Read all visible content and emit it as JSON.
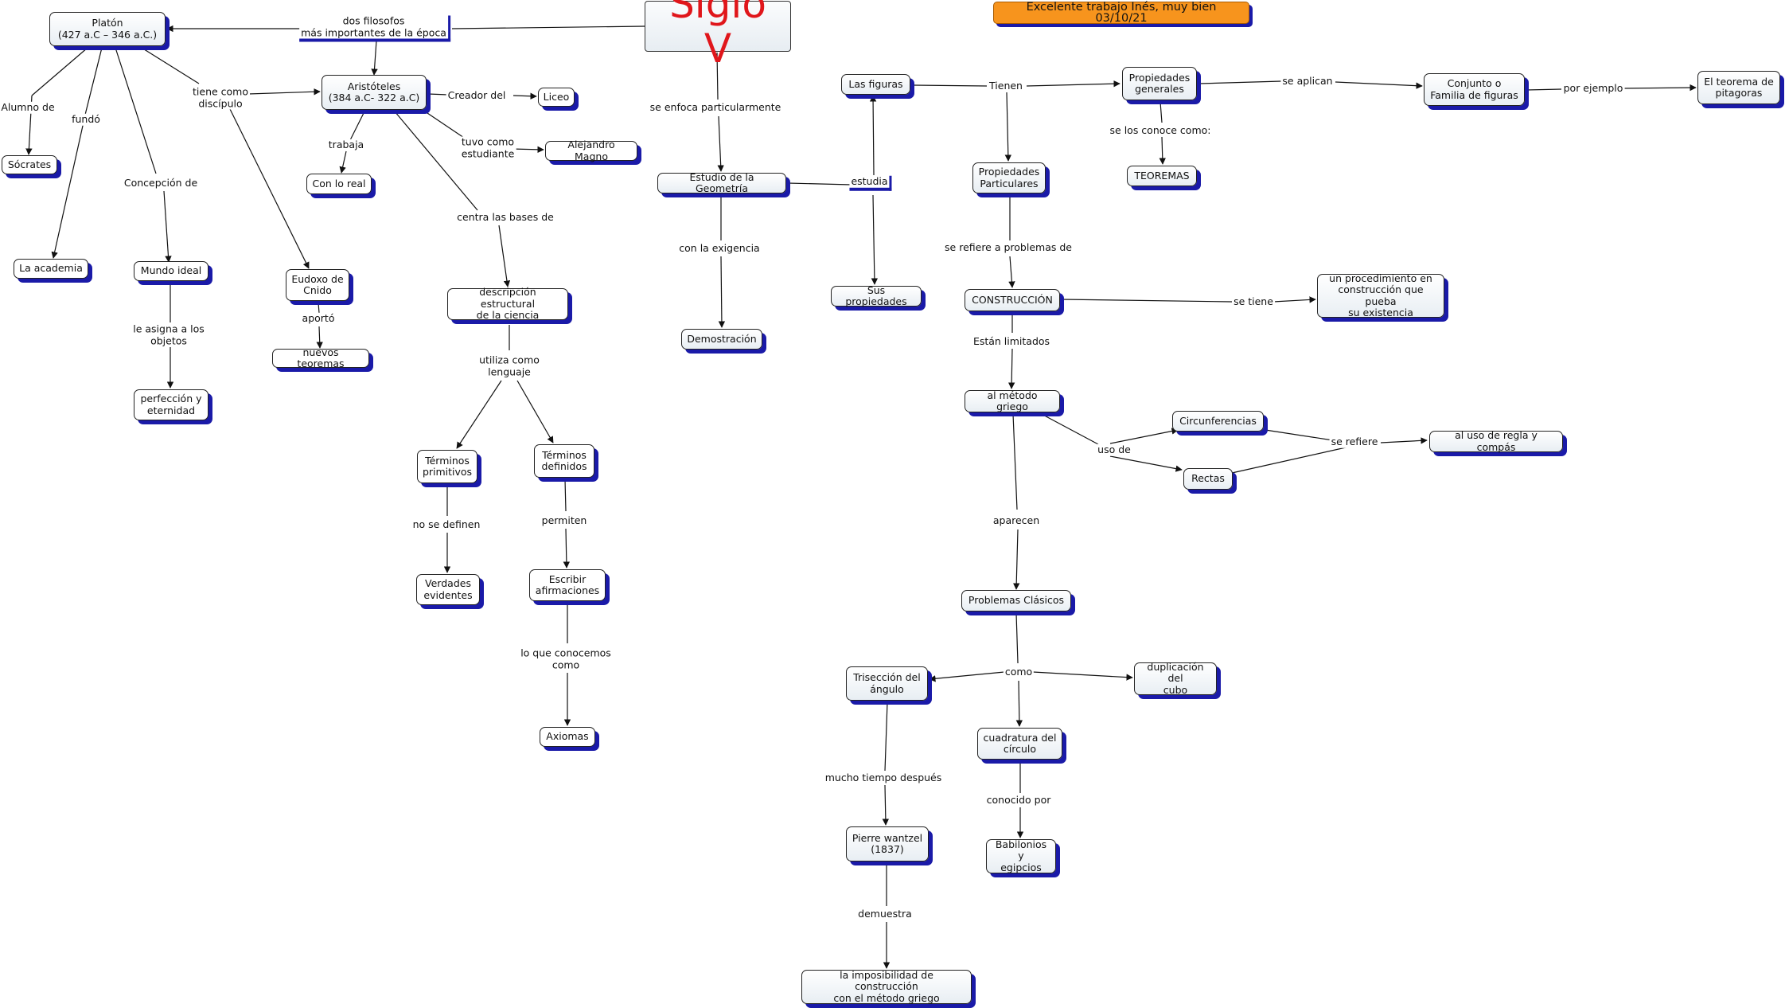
{
  "title": "Siglo V",
  "note": "Excelente trabajo Inés, muy bien 03/10/21",
  "nodes": {
    "platon": "Platón\n(427 a.C – 346 a.C.)",
    "socrates": "Sócrates",
    "academia": "La academia",
    "mundo_ideal": "Mundo ideal",
    "perfeccion": "perfección y\neternidad",
    "eudoxo": "Eudoxo de\nCnido",
    "nuevos_teoremas": "nuevos teoremas",
    "aristoteles": "Aristóteles\n(384 a.C- 322 a.C)",
    "liceo": "Liceo",
    "alejandro": "Alejandro Magno",
    "con_lo_real": "Con lo real",
    "descripcion": "descripción estructural\nde la ciencia",
    "terminos_primitivos": "Términos\nprimitivos",
    "terminos_definidos": "Términos\ndefinidos",
    "verdades": "Verdades\nevidentes",
    "escribir": "Escribir\nafirmaciones",
    "axiomas": "Axiomas",
    "estudio": "Estudio de la Geometría",
    "demostracion": "Demostración",
    "figuras": "Las figuras",
    "sus_propiedades": "Sus propiedades",
    "prop_generales": "Propiedades\ngenerales",
    "teoremas": "TEOREMAS",
    "conjunto": "Conjunto o\nFamilia de figuras",
    "pitagoras": "El teorema de\npitagoras",
    "prop_particulares": "Propiedades\nParticulares",
    "construccion": "CONSTRUCCIÓN",
    "procedimiento": "un procedimiento en\nconstrucción que pueba\nsu existencia",
    "metodo_griego": "al método griego",
    "circunferencias": "Circunferencias",
    "rectas": "Rectas",
    "regla_compas": "al uso de regla y compás",
    "problemas": "Problemas Clásicos",
    "triseccion": "Trisección del\nángulo",
    "duplicacion": "duplicación del\ncubo",
    "cuadratura": "cuadratura  del\ncírculo",
    "babilonios": "Babilonios y\negipcios",
    "wantzel": "Pierre wantzel\n(1837)",
    "imposibilidad": "la imposibilidad de construcción\ncon el método griego"
  },
  "labels": {
    "dos_filosofos": "dos filosofos\nmás importantes de la época",
    "alumno_de": "Alumno de",
    "fundo": "fundó",
    "concepcion": "Concepción de",
    "tiene_discipulo": "tiene como\ndiscípulo",
    "asigna": "le asigna a los\nobjetos",
    "aporto": "aportó",
    "creador": "Creador del",
    "tuvo_estudiante": "tuvo como\nestudiante",
    "trabaja": "trabaja",
    "centra": "centra las bases de",
    "utiliza": "utiliza como\nlenguaje",
    "no_definen": "no se definen",
    "permiten": "permiten",
    "lo_que_conocemos": "lo que conocemos\ncomo",
    "enfoca": "se enfoca particularmente",
    "exigencia": "con la exigencia",
    "estudia": "estudia",
    "tienen": "Tienen",
    "se_aplican": "se aplican",
    "por_ejemplo": "por ejemplo",
    "conoce_como": "se los conoce como:",
    "refiere_problemas": "se refiere a problemas de",
    "se_tiene": "se tiene",
    "limitados": "Están limitados",
    "uso_de": "uso de",
    "se_refiere": "se refiere",
    "aparecen": "aparecen",
    "como": "como",
    "mucho_tiempo": "mucho tiempo después",
    "conocido_por": "conocido por",
    "demuestra": "demuestra"
  },
  "colors": {
    "title": "#e0161b",
    "note_bg": "#f7941d",
    "shadow": "#1a1aa8"
  }
}
